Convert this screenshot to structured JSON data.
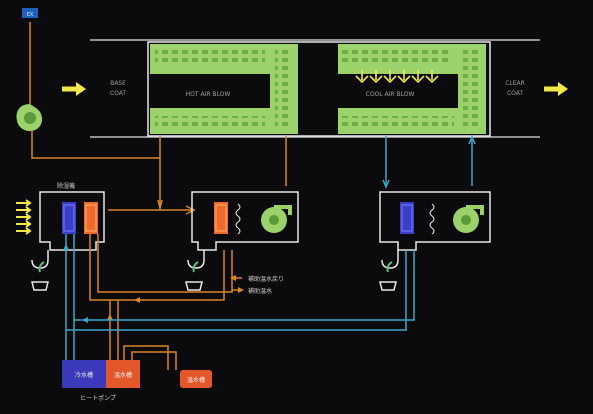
{
  "diagram": {
    "labels": {
      "base_coat": [
        "BASE",
        "COAT"
      ],
      "clear_coat": [
        "CLEAR",
        "COAT"
      ],
      "hot_air_blow": "HOT AIR BLOW",
      "cool_air_blow": "COOL AIR BLOW",
      "dehumidifier": "除湿機",
      "aux_hot_water_return": "補助温水戻り",
      "aux_hot_water": "補助温水",
      "cold_water_tank": "冷水槽",
      "hot_water_tank": "温水槽",
      "aux_tank": "温水槽",
      "heat_pump": "ヒートポンプ"
    },
    "colors": {
      "background": "#0b0b0d",
      "booth_green": "#9bd36a",
      "booth_dark": "#5a9a3a",
      "duct_hot": "#d9852a",
      "duct_cool": "#3aa7c9",
      "arrow_yellow": "#f2e84a",
      "coil_hot": "#f06a2a",
      "coil_cold": "#3a3fc8",
      "tank_blue": "#3a3ab8",
      "tank_orange": "#e4572a",
      "exhaust_cap": "#1e5fbf"
    },
    "icons": [
      "fan-icon",
      "exhaust-cap-icon",
      "drain-trap-icon",
      "flow-arrow-icon",
      "heat-coil-icon",
      "cold-coil-icon"
    ]
  }
}
